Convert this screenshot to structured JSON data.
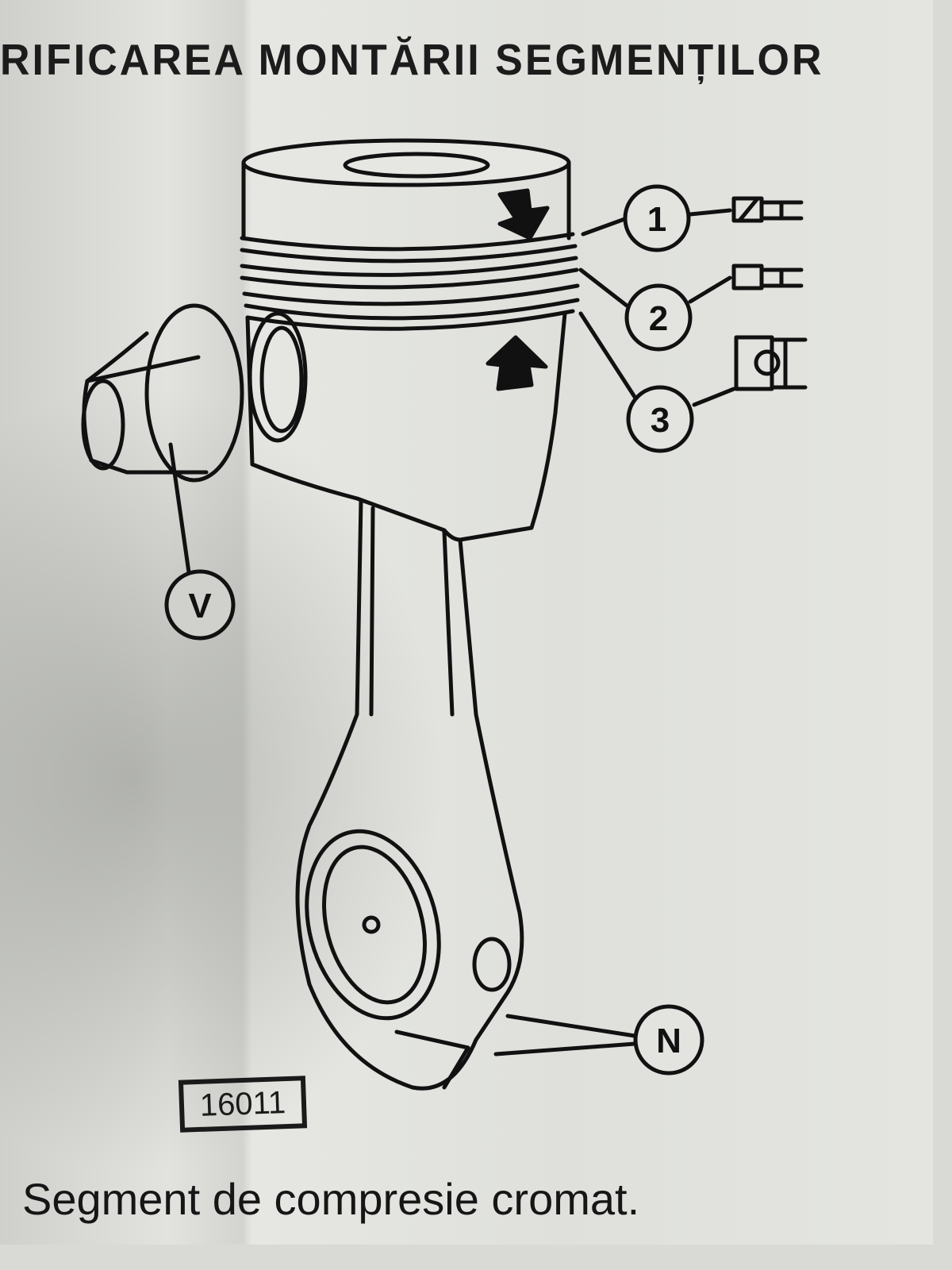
{
  "title": "RIFICAREA MONTĂRII SEGMENȚILOR",
  "caption": "Segment de compresie cromat.",
  "figure_ref": "16011",
  "callouts": {
    "ring1": "1",
    "ring2": "2",
    "ring3": "3",
    "pin": "V",
    "notches": "N"
  }
}
